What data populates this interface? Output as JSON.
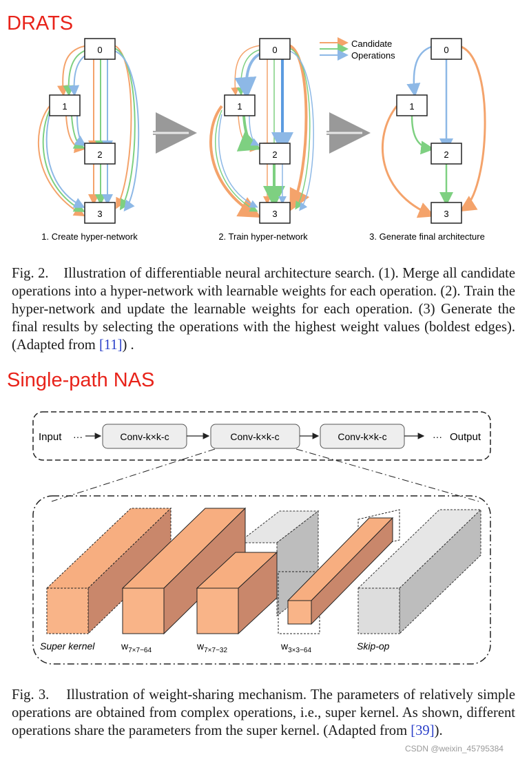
{
  "section1": {
    "title": "DRATS",
    "legend_label": "Candidate\nOperations",
    "legend_line1": "Candidate",
    "legend_line2": "Operations",
    "nodes": [
      "0",
      "1",
      "2",
      "3"
    ],
    "steps": [
      "1. Create hyper-network",
      "2. Train hyper-network",
      "3. Generate final architecture"
    ],
    "colors": {
      "orange": "#f4a36b",
      "green": "#7ed081",
      "blue": "#8db8e6"
    },
    "caption": {
      "label": "Fig. 2.",
      "text": "Illustration of differentiable neural architecture search. (1). Merge all candidate operations into a hyper-network with learnable weights for each operation. (2). Train the hyper-network and update the learnable weights for each operation. (3) Generate the final results by selecting the operations with the highest weight values (boldest edges). (Adapted from",
      "ref": "[11]",
      "end": ") ."
    }
  },
  "section2": {
    "title": "Single-path NAS",
    "pipeline": {
      "input": "Input",
      "output": "Output",
      "ellipsis": "···",
      "conv": "Conv-k×k-c"
    },
    "blocks": [
      {
        "label": "Super kernel",
        "kind": "italic"
      },
      {
        "label": "w",
        "sub": "7×7−64"
      },
      {
        "label": "w",
        "sub": "7×7−32"
      },
      {
        "label": "w",
        "sub": "3×3−64"
      },
      {
        "label": "Skip-op",
        "kind": "italic"
      }
    ],
    "colors": {
      "face": "#f9b488",
      "side": "#c9876b",
      "top": "#f4a774",
      "gray_face": "#dddddd",
      "gray_side": "#bdbdbd"
    },
    "caption": {
      "label": "Fig. 3.",
      "text": "Illustration of weight-sharing mechanism. The parameters of relatively simple operations are obtained from complex operations, i.e., super kernel. As shown, different operations share the parameters from the super kernel. (Adapted from",
      "ref": "[39]",
      "end": ")."
    }
  },
  "watermark": "CSDN @weixin_45795384"
}
